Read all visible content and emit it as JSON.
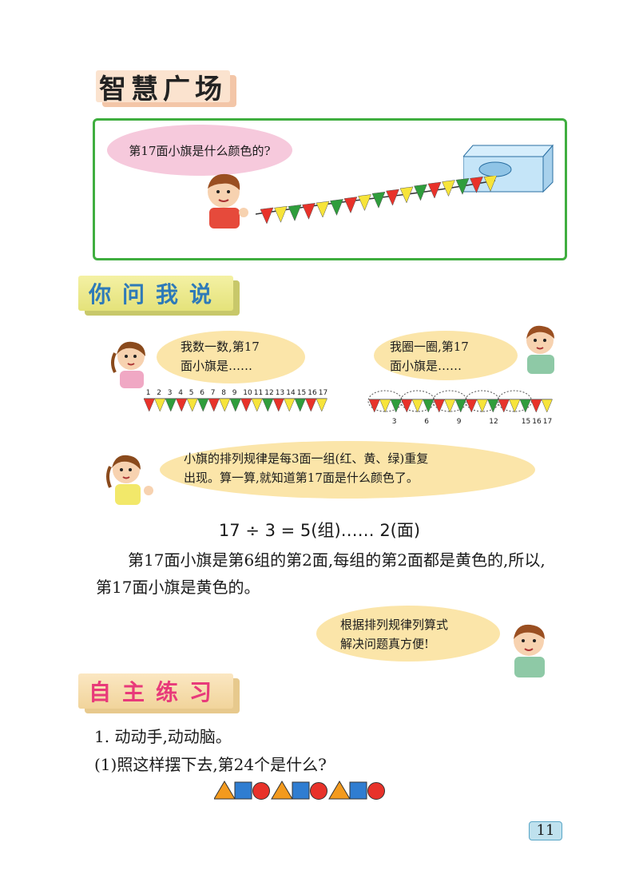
{
  "headings": {
    "wisdom_square": "智慧广场",
    "you_ask_i_say": "你问我说",
    "self_practice": "自主练习"
  },
  "top_question": "第17面小旗是什么颜色的?",
  "bubble_left": [
    "我数一数,第17",
    "面小旗是……"
  ],
  "bubble_right": [
    "我圈一圈,第17",
    "面小旗是……"
  ],
  "strip_left_numbers": [
    "1",
    "2",
    "3",
    "4",
    "5",
    "6",
    "7",
    "8",
    "9",
    "10",
    "11",
    "12",
    "13",
    "14",
    "15",
    "16",
    "17"
  ],
  "strip_right_numbers": [
    "3",
    "6",
    "9",
    "12",
    "15",
    "16",
    "17"
  ],
  "bubble_rule": [
    "小旗的排列规律是每3面一组(红、黄、绿)重复",
    "出现。算一算,就知道第17面是什么颜色了。"
  ],
  "equation": "17 ÷ 3 = 5(组)…… 2(面)",
  "explanation": "第17面小旗是第6组的第2面,每组的第2面都是黄色的,所以,第17面小旗是黄色的。",
  "bubble_convenient": [
    "根据排列规律列算式",
    "解决问题真方便!"
  ],
  "exercise_1": "1. 动动手,动动脑。",
  "exercise_1_1": "(1)照这样摆下去,第24个是什么?",
  "page_number": "11",
  "colors": {
    "red": "#e8322a",
    "yellow": "#f7e43a",
    "green": "#2f9d3c",
    "orange": "#f39a1e",
    "blue": "#2f7dd1"
  }
}
